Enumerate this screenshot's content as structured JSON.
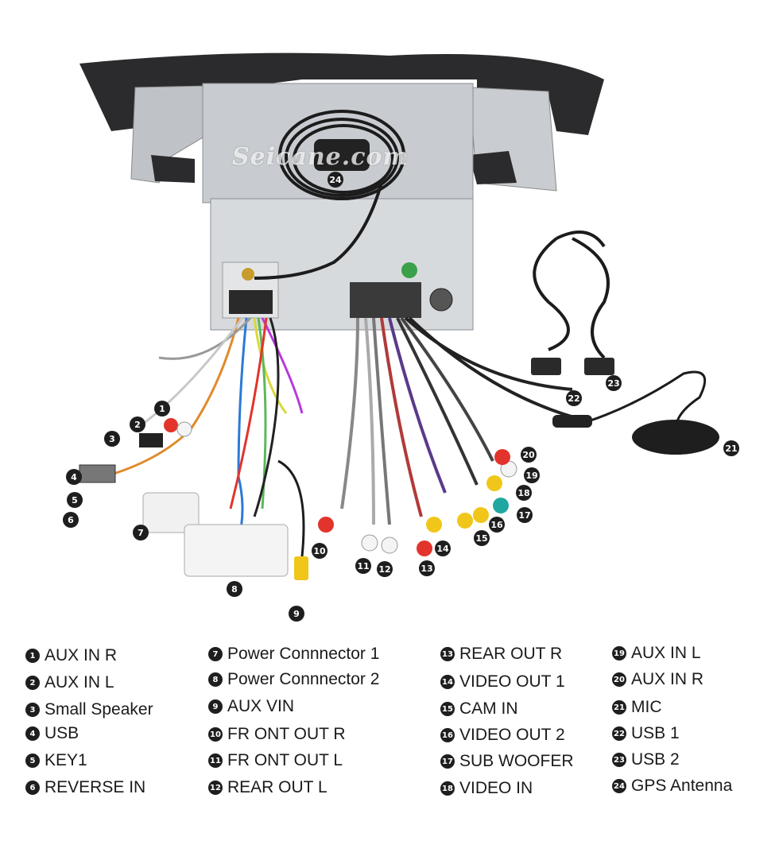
{
  "watermark": "Seicane.com",
  "callouts": [
    "1",
    "2",
    "3",
    "4",
    "5",
    "6",
    "7",
    "8",
    "9",
    "10",
    "11",
    "12",
    "13",
    "14",
    "15",
    "16",
    "17",
    "18",
    "19",
    "20",
    "21",
    "22",
    "23",
    "24"
  ],
  "legend": {
    "col1": [
      {
        "num": "1",
        "label": "AUX IN R"
      },
      {
        "num": "2",
        "label": "AUX IN L"
      },
      {
        "num": "3",
        "label": "Small Speaker"
      },
      {
        "num": "4",
        "label": "USB"
      },
      {
        "num": "5",
        "label": "KEY1"
      },
      {
        "num": "6",
        "label": "REVERSE IN"
      }
    ],
    "col2": [
      {
        "num": "7",
        "label": "Power Connnector 1"
      },
      {
        "num": "8",
        "label": "Power Connnector 2"
      },
      {
        "num": "9",
        "label": "AUX VIN"
      },
      {
        "num": "10",
        "label": "FR ONT OUT R"
      },
      {
        "num": "11",
        "label": "FR ONT OUT L"
      },
      {
        "num": "12",
        "label": " REAR OUT L"
      }
    ],
    "col3": [
      {
        "num": "13",
        "label": " REAR OUT R"
      },
      {
        "num": "14",
        "label": "VIDEO OUT 1"
      },
      {
        "num": "15",
        "label": "CAM IN"
      },
      {
        "num": "16",
        "label": " VIDEO OUT 2"
      },
      {
        "num": "17",
        "label": "SUB WOOFER"
      },
      {
        "num": "18",
        "label": "VIDEO IN"
      }
    ],
    "col4": [
      {
        "num": "19",
        "label": "AUX IN L"
      },
      {
        "num": "20",
        "label": "AUX IN R"
      },
      {
        "num": "21",
        "label": "MIC"
      },
      {
        "num": "22",
        "label": "USB 1"
      },
      {
        "num": "23",
        "label": "USB 2"
      },
      {
        "num": "24",
        "label": "GPS Antenna"
      }
    ]
  }
}
